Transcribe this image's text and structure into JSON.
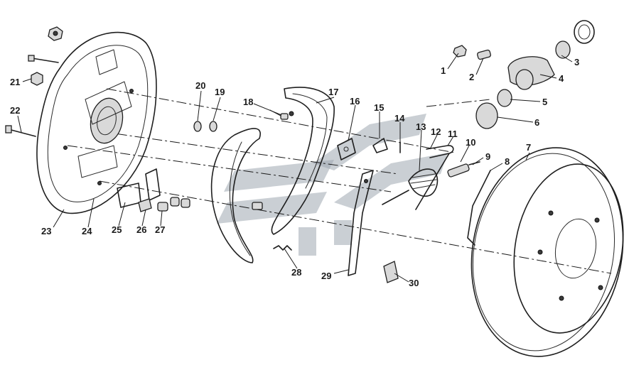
{
  "diagram": {
    "type": "exploded-parts-drawing",
    "callouts": [
      "1",
      "2",
      "3",
      "4",
      "5",
      "6",
      "7",
      "8",
      "9",
      "10",
      "11",
      "12",
      "13",
      "14",
      "15",
      "16",
      "17",
      "18",
      "19",
      "20",
      "21",
      "22",
      "23",
      "24",
      "25",
      "26",
      "27",
      "28",
      "29",
      "30"
    ],
    "colors": {
      "ink": "#1f1f1f",
      "paper": "#ffffff",
      "watermark": "#9fa7b1"
    }
  }
}
